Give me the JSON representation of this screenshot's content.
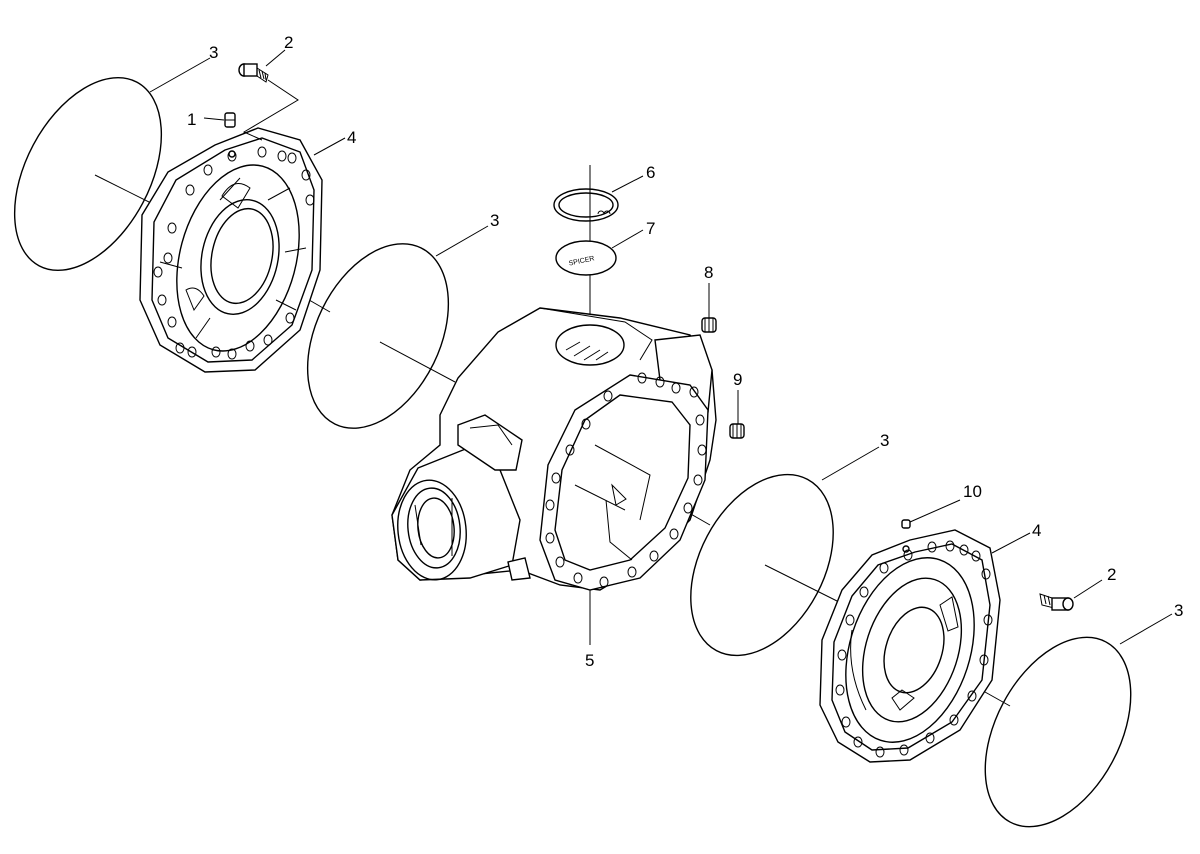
{
  "diagram": {
    "callouts": [
      {
        "id": "c1",
        "text": "1"
      },
      {
        "id": "c2a",
        "text": "2"
      },
      {
        "id": "c3a",
        "text": "3"
      },
      {
        "id": "c4a",
        "text": "4"
      },
      {
        "id": "c3b",
        "text": "3"
      },
      {
        "id": "c6",
        "text": "6"
      },
      {
        "id": "c7",
        "text": "7"
      },
      {
        "id": "c8",
        "text": "8"
      },
      {
        "id": "c9",
        "text": "9"
      },
      {
        "id": "c5",
        "text": "5"
      },
      {
        "id": "c3c",
        "text": "3"
      },
      {
        "id": "c10",
        "text": "10"
      },
      {
        "id": "c4b",
        "text": "4"
      },
      {
        "id": "c2b",
        "text": "2"
      },
      {
        "id": "c3d",
        "text": "3"
      }
    ],
    "cover_text": "SPICER"
  }
}
